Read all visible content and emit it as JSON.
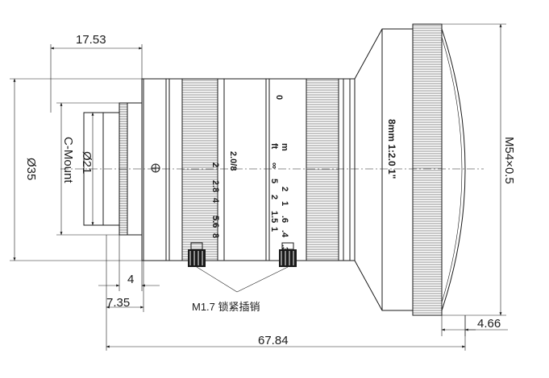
{
  "dimensions": {
    "flange_depth": "17.53",
    "outer_diameter": "Ø35",
    "mount_diameter": "Ø21",
    "mount_type": "C-Mount",
    "thread_length": "4",
    "back_length": "7.35",
    "total_length": "67.84",
    "front_thread": "M54×0.5",
    "front_thread_length": "4.66"
  },
  "lens_marking": "8mm 1:2.0 1\"",
  "aperture_scale": {
    "label": "2.0/8",
    "values": [
      "2",
      "2.8",
      "4",
      "5.6",
      "8"
    ]
  },
  "focus_scale": {
    "zero": "0",
    "ft_label": "ft",
    "m_label": "m",
    "ft_values": [
      "∞",
      "5",
      "2",
      "1.5",
      "1"
    ],
    "m_values": [
      "2",
      "1",
      ".6",
      ".4",
      ".3"
    ]
  },
  "lock_pin_label": "M1.7 锁紧插销"
}
